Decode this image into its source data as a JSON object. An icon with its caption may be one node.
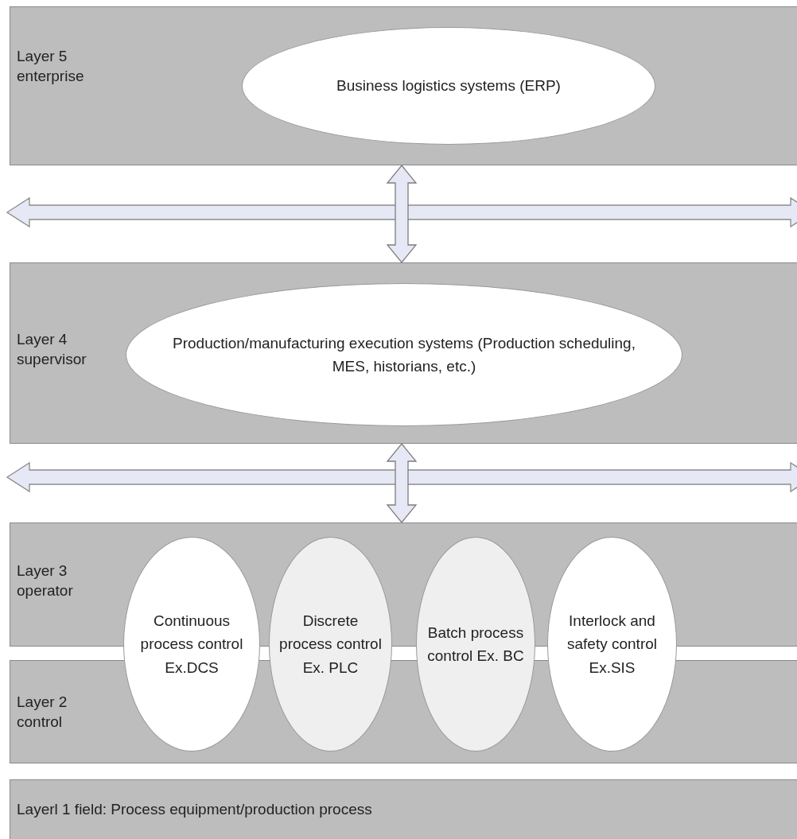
{
  "diagram": {
    "nodes": [
      {
        "text": [
          "Layer 5 enterprise"
        ]
      },
      {
        "text": [
          "Business logistics systems (ERP)"
        ],
        "in": 0
      },
      {
        "text": [],
        "shape": "bar"
      },
      {
        "text": [
          "Layer 4 supervisor"
        ]
      },
      {
        "text": [
          "Production/manufacturing execution systems (Production scheduling, MES, historians, etc.)"
        ],
        "in": 3
      },
      {
        "text": [],
        "shape": "bar"
      },
      {
        "text": [
          "Layer 3 operator"
        ]
      },
      {
        "text": [
          "Layer 2 control"
        ]
      },
      {
        "text": [
          "Continuous process control Ex.DCS"
        ]
      },
      {
        "text": [
          "Discrete process control Ex. PLC"
        ]
      },
      {
        "text": [
          "Batch process control Ex. BC"
        ]
      },
      {
        "text": [
          "Interlock and safety control Ex.SIS"
        ]
      },
      {
        "text": [
          "Layerl 1 field: Process equipment/production process"
        ]
      }
    ],
    "edges": [
      {
        "from": 0,
        "to": 3,
        "arrow": "both"
      },
      {
        "from": 3,
        "to": 6,
        "arrow": "both"
      }
    ]
  }
}
